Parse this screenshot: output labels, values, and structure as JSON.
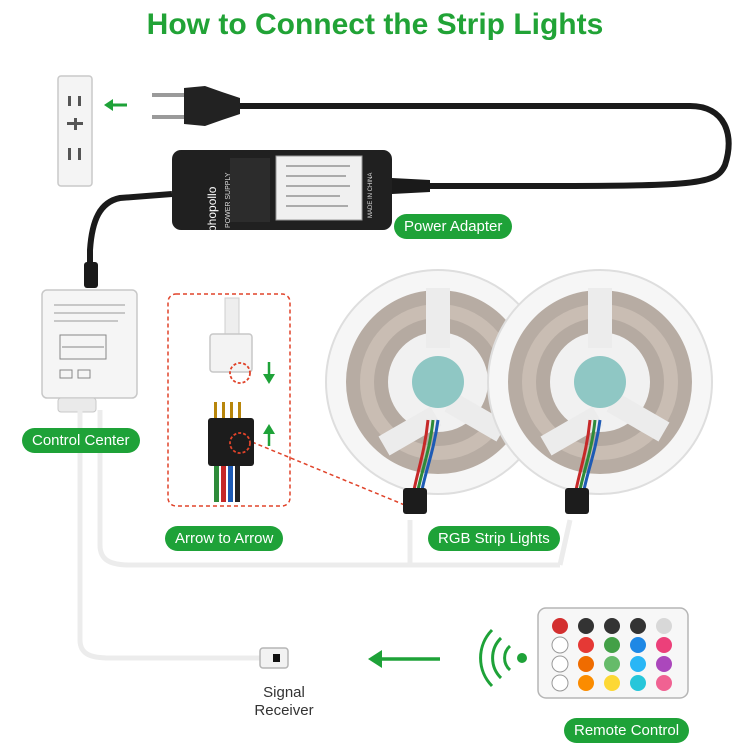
{
  "title": "How to Connect the Strip Lights",
  "labels": {
    "power_adapter": "Power Adapter",
    "control_center": "Control Center",
    "arrow_to_arrow": "Arrow to Arrow",
    "rgb_strip_lights": "RGB Strip Lights",
    "signal": "Signal",
    "receiver": "Receiver",
    "remote_control": "Remote Control"
  },
  "adapter_text": {
    "brand": "phopollo",
    "type": "POWER SUPPLY",
    "made_in": "MADE IN CHINA"
  },
  "colors": {
    "accent_green": "#1ea238",
    "title_green": "#21a336",
    "cable_black": "#1a1a1a",
    "cable_white": "#ececec",
    "callout_red": "#e0432a"
  }
}
